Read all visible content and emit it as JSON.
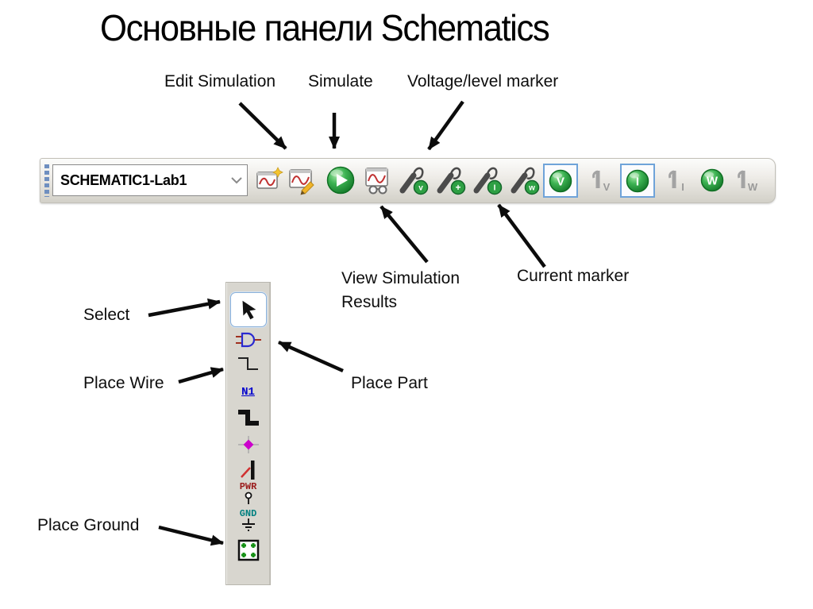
{
  "slide": {
    "title": "Основные панели Schematics"
  },
  "annotations": {
    "edit_simulation": "Edit Simulation",
    "simulate": "Simulate",
    "voltage_level_marker": "Voltage/level marker",
    "view_simulation_results": "View Simulation Results",
    "current_marker": "Current marker",
    "select": "Select",
    "place_wire": "Place Wire",
    "place_part": "Place Part",
    "place_ground": "Place Ground"
  },
  "main_toolbar": {
    "schematic_selector": {
      "value": "SCHEMATIC1-Lab1"
    },
    "marker_buttons": {
      "voltage_letter": "v",
      "differential_letter": "+",
      "current_letter": "I",
      "power_letter": "w"
    },
    "bias_buttons": {
      "voltage": "V",
      "current": "I",
      "power": "W"
    }
  },
  "palette": {
    "net_alias_label": "N1",
    "power_label": "PWR",
    "ground_label": "GND"
  },
  "colors": {
    "run_green": "#2f9e44",
    "selection_frame_blue": "#6fa3d9",
    "wave_red": "#c03030",
    "part_blue": "#2a2ad0",
    "net_alias_blue": "#0000cd",
    "junction_magenta": "#cc00cc",
    "bus_entry_red": "#d03030",
    "power_dark_red": "#9b1c1c",
    "ground_teal": "#008080",
    "block_green": "#159015"
  }
}
